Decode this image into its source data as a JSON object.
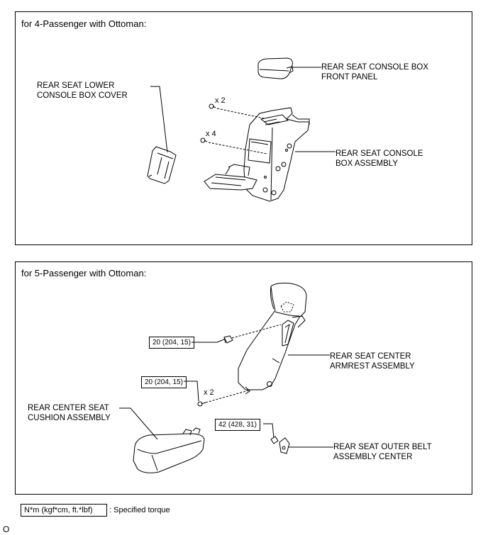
{
  "top_panel": {
    "heading": "for 4-Passenger with Ottoman:",
    "labels": {
      "front_panel": [
        "REAR SEAT CONSOLE BOX",
        "FRONT PANEL"
      ],
      "lower_cover": [
        "REAR SEAT LOWER",
        "CONSOLE BOX COVER"
      ],
      "console_assembly": [
        "REAR SEAT CONSOLE",
        "BOX ASSEMBLY"
      ]
    },
    "qty": {
      "a": "x 2",
      "b": "x 4"
    }
  },
  "bottom_panel": {
    "heading": "for 5-Passenger with Ottoman:",
    "labels": {
      "armrest": [
        "REAR SEAT CENTER",
        "ARMREST ASSEMBLY"
      ],
      "cushion": [
        "REAR CENTER SEAT",
        "CUSHION ASSEMBLY"
      ],
      "belt": [
        "REAR SEAT OUTER BELT",
        "ASSEMBLY CENTER"
      ]
    },
    "torque": {
      "t1": "20 (204, 15)",
      "t2": "20 (204, 15)",
      "t3": "42 (428, 31)"
    },
    "qty": {
      "a": "x 2"
    }
  },
  "legend": {
    "unit": "N*m (kgf*cm, ft.*lbf)",
    "desc": ": Specified torque"
  },
  "footer": {
    "code": "O"
  }
}
